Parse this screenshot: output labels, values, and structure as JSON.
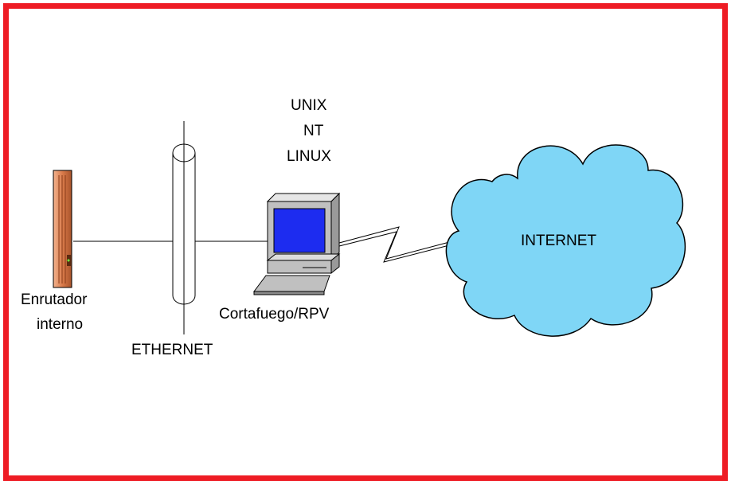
{
  "router": {
    "label_line1": "Enrutador",
    "label_line2": "interno"
  },
  "ethernet": {
    "label": "ETHERNET"
  },
  "firewall": {
    "label": "Cortafuego/RPV",
    "os_options": [
      "UNIX",
      "NT",
      "LINUX"
    ]
  },
  "internet": {
    "label": "INTERNET"
  },
  "colors": {
    "frame": "#ee1c24",
    "cloud_fill": "#7fd6f6",
    "screen_fill": "#1d2cf0",
    "router_fill": "#d97a4a",
    "device_gray": "#c0c0c0"
  },
  "icons": {
    "router": "router-icon",
    "ethernet": "ethernet-backbone-icon",
    "firewall": "computer-icon",
    "link": "lightning-link-icon",
    "internet": "cloud-icon"
  }
}
